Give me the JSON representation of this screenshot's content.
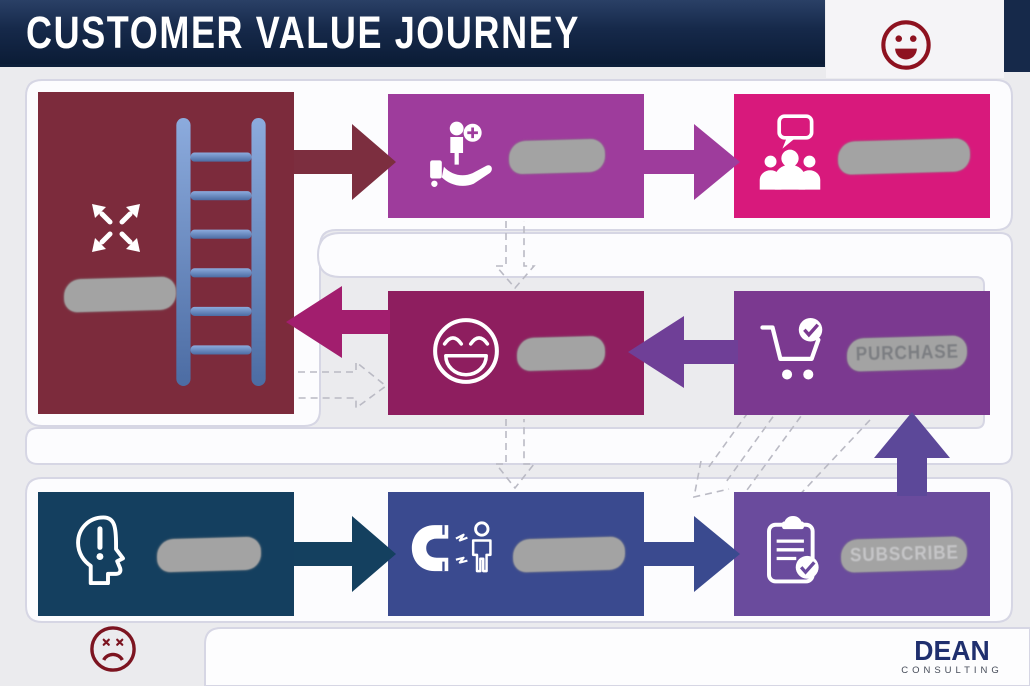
{
  "header": {
    "title": "CUSTOMER VALUE JOURNEY"
  },
  "brand": {
    "name": "DEAN",
    "tagline": "CONSULTING",
    "color": "#1f2f6e"
  },
  "faces": {
    "happy_color": "#8e1220",
    "sad_color": "#7c1420"
  },
  "stages": {
    "ascend": {
      "label": "",
      "redacted": true,
      "color": "#7c2b3c"
    },
    "advocate": {
      "label": "",
      "redacted": true,
      "color": "#9e3c9c"
    },
    "promote": {
      "label": "",
      "redacted": true,
      "color": "#d8197c"
    },
    "excite": {
      "label": "",
      "redacted": true,
      "color": "#8e1e5f"
    },
    "purchase": {
      "label": "PURCHASE",
      "redacted": true,
      "color": "#7b3990"
    },
    "aware": {
      "label": "",
      "redacted": true,
      "color": "#143f5f"
    },
    "engage": {
      "label": "",
      "redacted": true,
      "color": "#3a4a8f"
    },
    "subscribe": {
      "label": "SUBSCRIBE",
      "redacted": true,
      "color": "#6a4b9d"
    }
  },
  "arrows": {
    "ascend_to_advocate": {
      "color": "#7c2e3f"
    },
    "advocate_to_promote": {
      "color": "#9e3c9c"
    },
    "purchase_to_excite": {
      "color": "#6f3f97"
    },
    "excite_to_ascend": {
      "color": "#a21e6e"
    },
    "aware_to_engage": {
      "color": "#14405f"
    },
    "engage_to_subscribe": {
      "color": "#3a4a8f"
    },
    "subscribe_to_purchase": {
      "color": "#5c4899"
    }
  }
}
